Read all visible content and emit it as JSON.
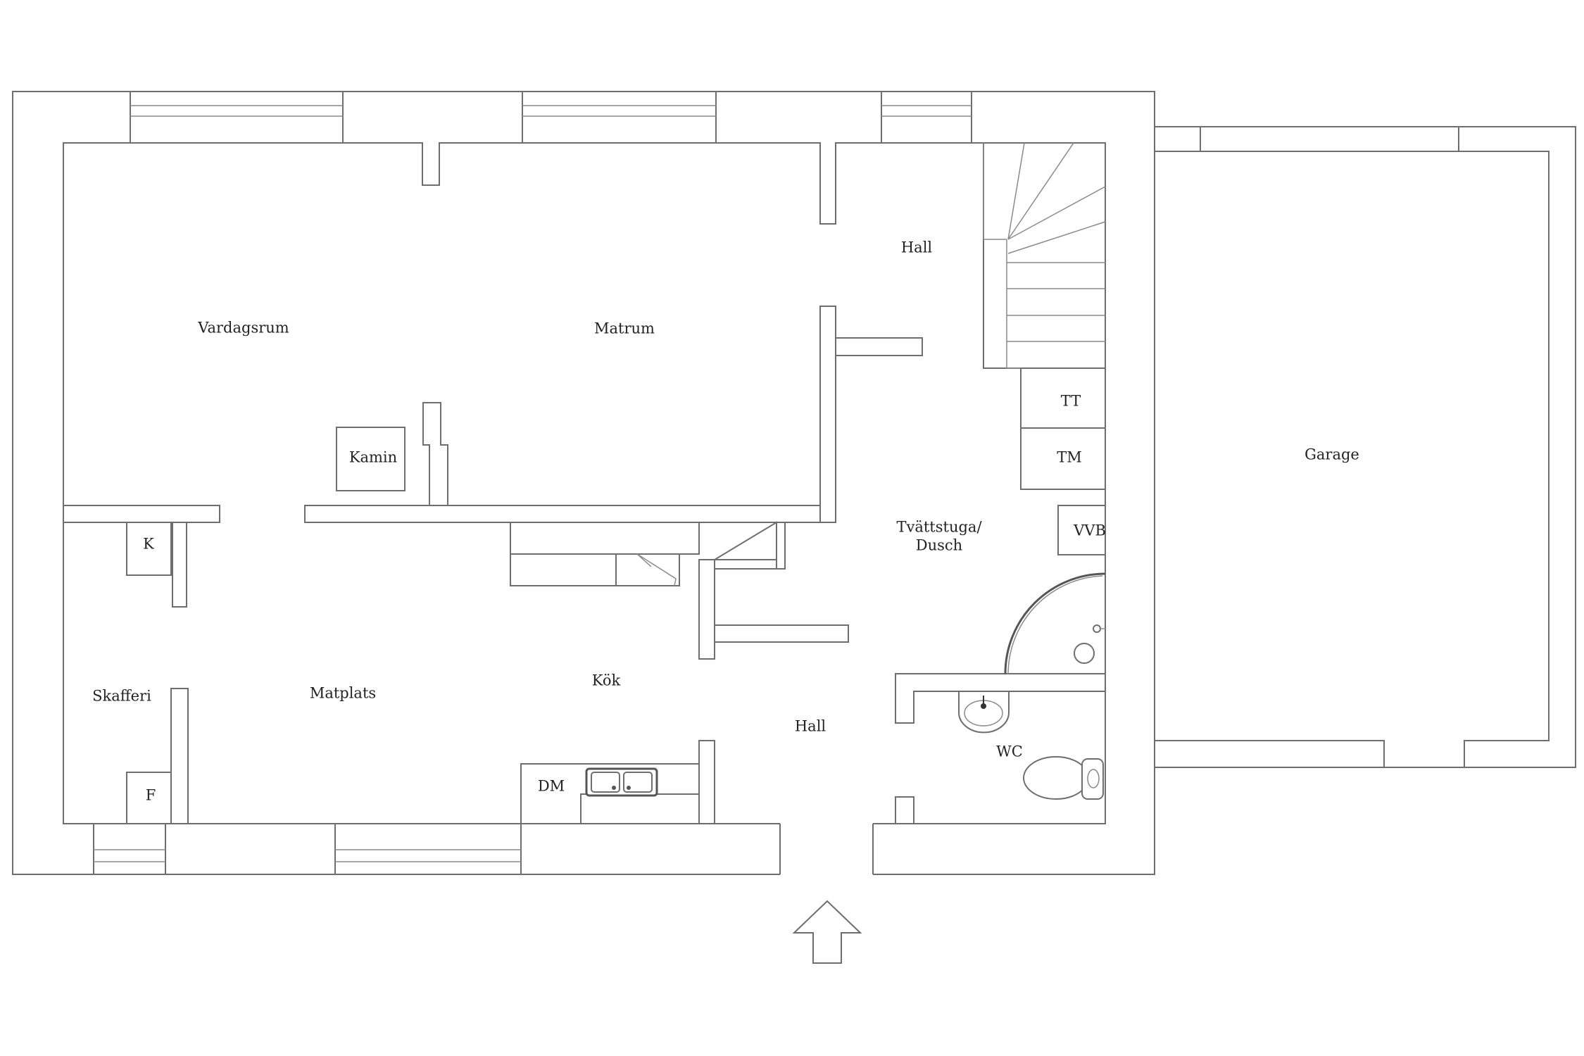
{
  "rooms": {
    "vardagsrum": "Vardagsrum",
    "matrum": "Matrum",
    "hall_upper": "Hall",
    "kamin": "Kamin",
    "tt": "TT",
    "tm": "TM",
    "garage": "Garage",
    "k": "K",
    "tvattstuga_line1": "Tvättstuga/",
    "tvattstuga_line2": "Dusch",
    "vvb": "VVB",
    "skafferi": "Skafferi",
    "matplats": "Matplats",
    "kok": "Kök",
    "hall_lower": "Hall",
    "wc": "WC",
    "f": "F",
    "dm": "DM"
  },
  "icons": {
    "entrance": "arrow-up-icon",
    "stairs": "staircase-icon",
    "sink": "sink-icon",
    "toilet": "toilet-icon",
    "shower": "shower-icon",
    "kitchen_sink": "double-sink-icon"
  },
  "colors": {
    "line": "#6e6e6e",
    "text": "#222222",
    "background": "#ffffff"
  }
}
